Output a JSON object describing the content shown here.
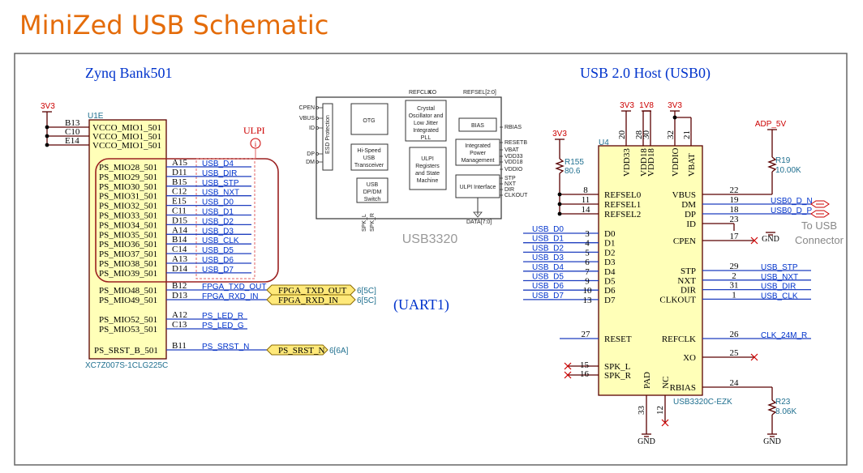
{
  "slide": {
    "title": "MiniZed USB Schematic"
  },
  "zynq": {
    "heading": "Zynq Bank501",
    "ref": "U1E",
    "part": "XC7Z007S-1CLG225C",
    "power": "3V3",
    "ulpi_label": "ULPI",
    "ulpi_marker": "i",
    "power_pins": [
      {
        "pin": "B13",
        "name": "VCCO_MIO1_501"
      },
      {
        "pin": "C10",
        "name": "VCCO_MIO1_501"
      },
      {
        "pin": "E14",
        "name": "VCCO_MIO1_501"
      }
    ],
    "mio_pins": [
      {
        "name": "PS_MIO28_501",
        "pin": "A15",
        "net": "USB_D4"
      },
      {
        "name": "PS_MIO29_501",
        "pin": "D11",
        "net": "USB_DIR"
      },
      {
        "name": "PS_MIO30_501",
        "pin": "B15",
        "net": "USB_STP"
      },
      {
        "name": "PS_MIO31_501",
        "pin": "C12",
        "net": "USB_NXT"
      },
      {
        "name": "PS_MIO32_501",
        "pin": "E15",
        "net": "USB_D0"
      },
      {
        "name": "PS_MIO33_501",
        "pin": "C11",
        "net": "USB_D1"
      },
      {
        "name": "PS_MIO34_501",
        "pin": "D15",
        "net": "USB_D2"
      },
      {
        "name": "PS_MIO35_501",
        "pin": "A14",
        "net": "USB_D3"
      },
      {
        "name": "PS_MIO36_501",
        "pin": "B14",
        "net": "USB_CLK"
      },
      {
        "name": "PS_MIO37_501",
        "pin": "C14",
        "net": "USB_D5"
      },
      {
        "name": "PS_MIO38_501",
        "pin": "A13",
        "net": "USB_D6"
      },
      {
        "name": "PS_MIO39_501",
        "pin": "D14",
        "net": "USB_D7"
      }
    ],
    "uart_pins": [
      {
        "name": "PS_MIO48_501",
        "pin": "B12",
        "net": "FPGA_TXD_OUT",
        "flag": "FPGA_TXD_OUT",
        "ref": "6[5C]"
      },
      {
        "name": "PS_MIO49_501",
        "pin": "D13",
        "net": "FPGA_RXD_IN",
        "flag": "FPGA_RXD_IN",
        "ref": "6[5C]"
      }
    ],
    "led_pins": [
      {
        "name": "PS_MIO52_501",
        "pin": "A12",
        "net": "PS_LED_R"
      },
      {
        "name": "PS_MIO53_501",
        "pin": "C13",
        "net": "PS_LED_G"
      }
    ],
    "srst": {
      "name": "PS_SRST_B_501",
      "pin": "B11",
      "net": "PS_SRST_N",
      "flag": "PS_SRST_N",
      "ref": "6[6A]"
    },
    "uart_label": "(UART1)"
  },
  "block_diagram": {
    "label": "USB3320",
    "blocks": [
      "ESD Protection",
      "OTG",
      "Hi-Speed USB Transceiver",
      "USB DP/DM Switch",
      "Crystal Oscillator and Low Jitter Integrated PLL",
      "ULPI Registers and State Machine",
      "BIAS",
      "Integrated Power Management",
      "ULPI Interface"
    ],
    "left_pins": [
      "CPEN",
      "VBUS",
      "ID",
      "DP",
      "DM"
    ],
    "top_pins": [
      "REFCLK",
      "XO",
      "REFSEL[2:0]"
    ],
    "right_pins": [
      "RBIAS",
      "RESETB",
      "VBAT",
      "VDD33",
      "VDD18",
      "VDDIO",
      "STP",
      "NXT",
      "DIR",
      "CLKOUT"
    ],
    "bottom_pins": [
      "SPK_L",
      "SPK_R",
      "DATA[7:0]"
    ]
  },
  "usb": {
    "heading": "USB 2.0 Host (USB0)",
    "ref": "U4",
    "part": "USB3320C-EZK",
    "top_pins": [
      {
        "num": "20",
        "name": "VDD33"
      },
      {
        "num": "28",
        "name": "VDD18"
      },
      {
        "num": "30",
        "name": "VDD18"
      },
      {
        "num": "32",
        "name": "VDDIO"
      },
      {
        "num": "21",
        "name": "VBAT"
      }
    ],
    "power_labels": [
      "3V3",
      "1V8",
      "3V3",
      "3V3",
      "ADP_5V"
    ],
    "refsel": [
      {
        "num": "8",
        "name": "REFSEL0"
      },
      {
        "num": "11",
        "name": "REFSEL1"
      },
      {
        "num": "14",
        "name": "REFSEL2"
      }
    ],
    "data": [
      {
        "net": "USB_D0",
        "num": "3",
        "name": "D0"
      },
      {
        "net": "USB_D1",
        "num": "4",
        "name": "D1"
      },
      {
        "net": "USB_D2",
        "num": "5",
        "name": "D2"
      },
      {
        "net": "USB_D3",
        "num": "6",
        "name": "D3"
      },
      {
        "net": "USB_D4",
        "num": "7",
        "name": "D4"
      },
      {
        "net": "USB_D5",
        "num": "9",
        "name": "D5"
      },
      {
        "net": "USB_D6",
        "num": "10",
        "name": "D6"
      },
      {
        "net": "USB_D7",
        "num": "13",
        "name": "D7"
      }
    ],
    "reset": {
      "num": "27",
      "name": "RESET"
    },
    "spk": [
      {
        "num": "15",
        "name": "SPK_L"
      },
      {
        "num": "16",
        "name": "SPK_R"
      }
    ],
    "bottom_pins": [
      {
        "num": "33",
        "name": "PAD"
      },
      {
        "num": "12",
        "name": "NC"
      }
    ],
    "right_top": [
      {
        "num": "22",
        "name": "VBUS",
        "net": ""
      },
      {
        "num": "19",
        "name": "DM",
        "net": "USB0_D_N"
      },
      {
        "num": "18",
        "name": "DP",
        "net": "USB0_D_P"
      },
      {
        "num": "23",
        "name": "ID",
        "net": ""
      }
    ],
    "cpen": {
      "num": "17",
      "name": "CPEN"
    },
    "ulpi": [
      {
        "num": "29",
        "name": "STP",
        "net": "USB_STP"
      },
      {
        "num": "2",
        "name": "NXT",
        "net": "USB_NXT"
      },
      {
        "num": "31",
        "name": "DIR",
        "net": "USB_DIR"
      },
      {
        "num": "1",
        "name": "CLKOUT",
        "net": "USB_CLK"
      }
    ],
    "refclk": {
      "num": "26",
      "name": "REFCLK",
      "net": "CLK_24M_R"
    },
    "xo": {
      "num": "25",
      "name": "XO"
    },
    "rbias": {
      "num": "24",
      "name": "RBIAS"
    },
    "r155": {
      "ref": "R155",
      "value": "80.6"
    },
    "r19": {
      "ref": "R19",
      "value": "10.00K"
    },
    "r23": {
      "ref": "R23",
      "value": "8.06K"
    },
    "gnd": "GND",
    "connector_note": [
      "To USB",
      "Connector"
    ]
  }
}
